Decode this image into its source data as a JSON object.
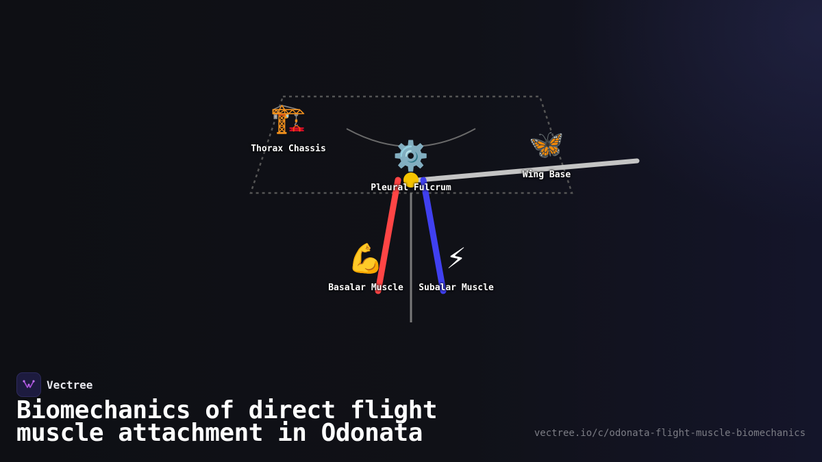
{
  "diagram": {
    "nodes": [
      {
        "id": "thorax",
        "label": "Thorax Chassis",
        "icon": "construction-crane-icon",
        "glyph": "🏗️"
      },
      {
        "id": "wingbase",
        "label": "Wing Base",
        "icon": "butterfly-icon",
        "glyph": "🦋"
      },
      {
        "id": "fulcrum",
        "label": "Pleural Fulcrum",
        "icon": "gear-icon",
        "glyph": "⚙️"
      },
      {
        "id": "basalar",
        "label": "Basalar Muscle",
        "icon": "flexed-bicep-icon",
        "glyph": "💪"
      },
      {
        "id": "subalar",
        "label": "Subalar Muscle",
        "icon": "lightning-icon",
        "glyph": "⚡"
      }
    ],
    "colors": {
      "basalar_muscle": "#ff4545",
      "subalar_muscle": "#4040f0",
      "fulcrum_pivot": "#f5c400",
      "wing_lever": "#c4c4c4",
      "thorax_outline": "#555555"
    }
  },
  "brand": {
    "name": "Vectree",
    "logo_icon": "vectree-logo-icon",
    "logo_color": "#a64fd6"
  },
  "title": "Biomechanics of direct flight muscle attachment in Odonata",
  "url": "vectree.io/c/odonata-flight-muscle-biomechanics"
}
